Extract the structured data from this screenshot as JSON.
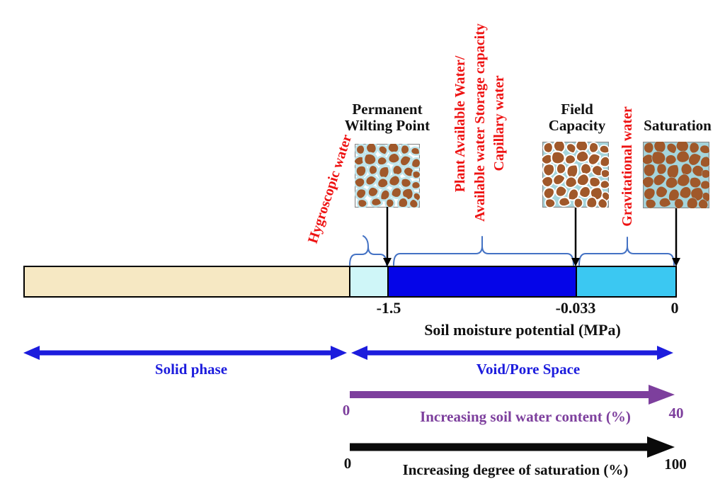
{
  "markers": {
    "pwp": {
      "line1": "Permanent",
      "line2": "Wilting Point"
    },
    "fc": {
      "line1": "Field",
      "line2": "Capacity"
    },
    "sat": {
      "line1": "Saturation"
    }
  },
  "water_types": {
    "hygroscopic": "Hygroscopic water",
    "plant_available_1": "Plant Available Water/",
    "plant_available_2": "Available water Storage capacity",
    "plant_available_3": "Capillary water",
    "gravitational": "Gravitational water"
  },
  "axis": {
    "ticks": [
      "-1.5",
      "-0.033",
      "0"
    ],
    "label": "Soil moisture potential (MPa)"
  },
  "phases": {
    "solid": "Solid phase",
    "void": "Void/Pore Space"
  },
  "soil_water_content": {
    "min": "0",
    "max": "40",
    "label": "Increasing soil water content (%)"
  },
  "degree_saturation": {
    "min": "0",
    "max": "100",
    "label": "Increasing degree of saturation (%)"
  },
  "colors": {
    "solid_phase_segment": "#F6E8C3",
    "hygroscopic_segment": "#CFF6F8",
    "plant_available_segment": "#0505E8",
    "gravitational_segment": "#3BC8F2",
    "red_label": "#EE1212",
    "blue_label_arrow": "#1C1CDD",
    "purple_arrow": "#7D3F9D",
    "brace_blue": "#4472C4",
    "soil_grain_brown": "#A0582A",
    "soil_water_blue": "#A5D5DC"
  }
}
